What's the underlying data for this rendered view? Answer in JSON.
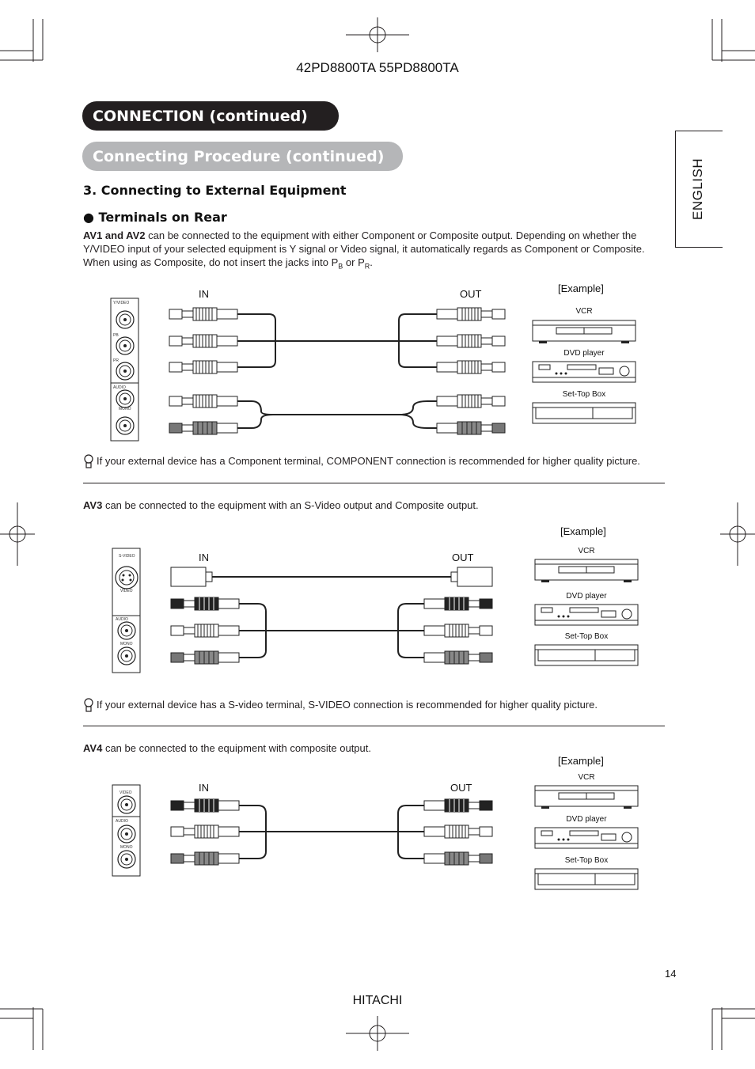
{
  "header": {
    "model": "42PD8800TA  55PD8800TA"
  },
  "section": {
    "title": "CONNECTION (continued)",
    "subtitle": "Connecting Procedure (continued)"
  },
  "side_tab": {
    "label": "ENGLISH"
  },
  "heading": {
    "number_title": "3. Connecting to External Equipment",
    "sub": "Terminals on Rear"
  },
  "av12": {
    "lead": "AV1 and AV2",
    "text": " can be connected to the equipment with either Component or Composite output. Depending on whether the Y/VIDEO input of your selected equipment is Y signal or Video signal, it automatically regards as Component or Composite. When using as Composite, do not insert the jacks into P",
    "sub_b": "B",
    "mid": " or P",
    "sub_r": "R",
    "end": ".",
    "note": "If your external device has a Component terminal, COMPONENT connection is recommended for higher quality picture.",
    "panel": {
      "video": "Y/VIDEO",
      "pb": "PB",
      "pr": "PR",
      "audio": "AUDIO",
      "mono": "MONO"
    }
  },
  "av3": {
    "lead": "AV3",
    "text": " can be connected to the equipment with an S-Video output and Composite output.",
    "note": "If your external device has a S-video terminal, S-VIDEO connection is recommended for higher quality picture.",
    "panel": {
      "svideo": "S-VIDEO",
      "video": "VIDEO",
      "audio": "AUDIO",
      "mono": "MONO"
    }
  },
  "av4": {
    "lead": "AV4",
    "text": " can be connected to the equipment with composite output.",
    "panel": {
      "video": "VIDEO",
      "audio": "AUDIO",
      "mono": "MONO"
    }
  },
  "diagram": {
    "in": "IN",
    "out": "OUT",
    "example": "[Example]",
    "vcr": "VCR",
    "dvd": "DVD player",
    "stb": "Set-Top Box"
  },
  "footer": {
    "page": "14",
    "brand": "HITACHI"
  }
}
